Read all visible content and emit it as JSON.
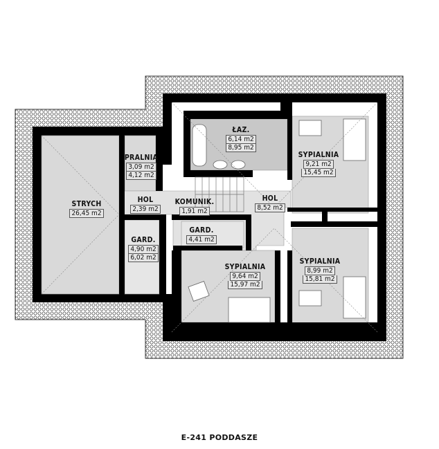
{
  "plan": {
    "title": "E-241 PODDASZE",
    "colors": {
      "wall": "#000000",
      "floor": "#d9d9d9",
      "wet_floor": "#c8c8c8",
      "roof_hatch": "#ffffff"
    },
    "rooms": [
      {
        "id": "strych",
        "name": "STRYCH",
        "area1": "26,45 m2"
      },
      {
        "id": "pralnia",
        "name": "PRALNIA",
        "area1": "3,09 m2",
        "area2": "4,12 m2"
      },
      {
        "id": "lazienka",
        "name": "ŁAZ.",
        "area1": "6,14 m2",
        "area2": "8,95 m2"
      },
      {
        "id": "sypialnia-ne",
        "name": "SYPIALNIA",
        "area1": "9,21 m2",
        "area2": "15,45 m2"
      },
      {
        "id": "hol-west",
        "name": "HOL",
        "area1": "2,39 m2"
      },
      {
        "id": "komunikacja",
        "name": "KOMUNIK.",
        "area1": "1,91 m2"
      },
      {
        "id": "hol-center",
        "name": "HOL",
        "area1": "8,52 m2"
      },
      {
        "id": "garderoba-west",
        "name": "GARD.",
        "area1": "4,90 m2",
        "area2": "6,02 m2"
      },
      {
        "id": "garderoba-center",
        "name": "GARD.",
        "area1": "4,41 m2"
      },
      {
        "id": "sypialnia-s",
        "name": "SYPIALNIA",
        "area1": "9,64 m2",
        "area2": "15,97 m2"
      },
      {
        "id": "sypialnia-se",
        "name": "SYPIALNIA",
        "area1": "8,99 m2",
        "area2": "15,81 m2"
      }
    ]
  }
}
